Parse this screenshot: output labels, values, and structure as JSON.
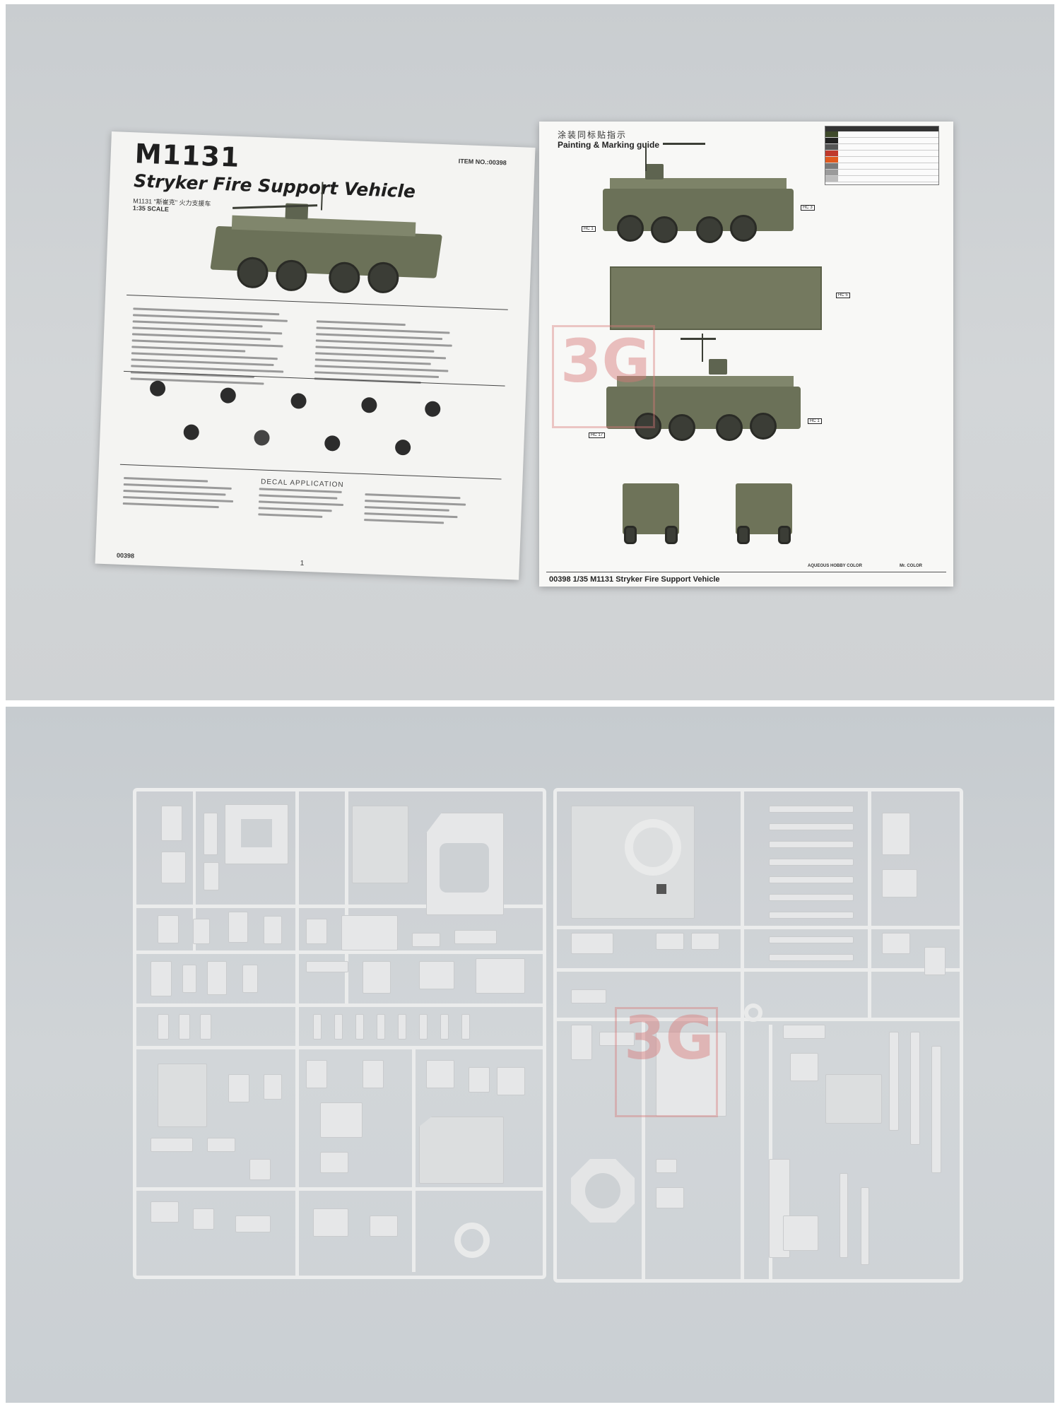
{
  "manual": {
    "left_page": {
      "title": "M1131",
      "subtitle": "Stryker Fire Support Vehicle",
      "item_no": "ITEM NO.:00398",
      "subtitle_cn": "M1131 \"斯崔克\" 火力支援车",
      "scale": "1:35 SCALE",
      "decal_heading": "DECAL APPLICATION",
      "footer_code": "00398",
      "page_number": "1"
    },
    "right_page": {
      "heading_cn": "涂装同标贴指示",
      "heading_en": "Painting & Marking guide",
      "legend_aqueous": "AQUEOUS HOBBY COLOR",
      "legend_mr": "Mr. COLOR",
      "footer": "00398 1/35 M1131 Stryker Fire Support Vehicle"
    }
  },
  "watermark": {
    "logo_text": "3G",
    "logo_colors": "#d67878"
  },
  "colors": {
    "background": "#cfd3d6",
    "paper": "#f6f6f4",
    "vehicle_green": "#6b7158",
    "sprue_plastic": "#e6e7e8"
  }
}
